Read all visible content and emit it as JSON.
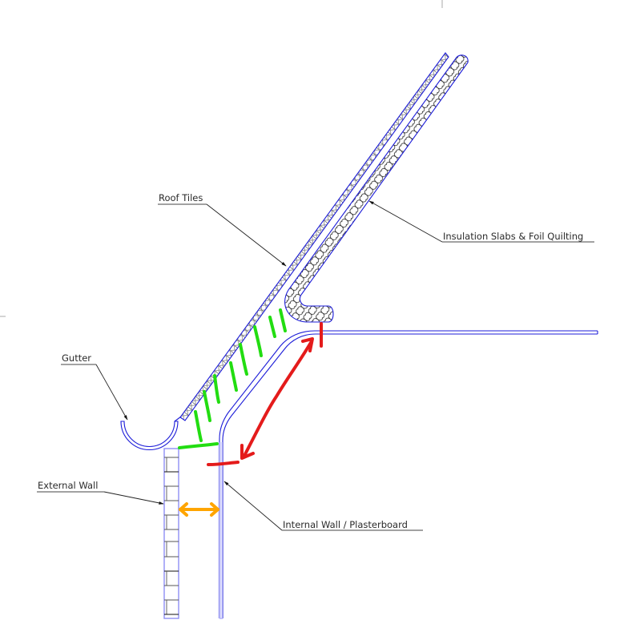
{
  "diagram": {
    "title": "Roof eaves cross-section",
    "labels": [
      {
        "id": "roof-tiles",
        "text": "Roof Tiles"
      },
      {
        "id": "insulation",
        "text": "Insulation Slabs & Foil Quilting"
      },
      {
        "id": "gutter",
        "text": "Gutter"
      },
      {
        "id": "external-wall",
        "text": "External Wall"
      },
      {
        "id": "internal-wall",
        "text": "Internal Wall / Plasterboard"
      }
    ],
    "components": [
      "roof-tiles",
      "insulation-slab",
      "gutter",
      "external-wall",
      "internal-wall-plasterboard",
      "ceiling"
    ],
    "annotations": [
      {
        "id": "green-hatching",
        "meaning": "void between roof tiles and plasterboard",
        "color": "#22dd11"
      },
      {
        "id": "red-dimension-arrow",
        "meaning": "sloped plasterboard span",
        "color": "#e41b1b"
      },
      {
        "id": "orange-dimension-arrow",
        "meaning": "gap between external and internal wall",
        "color": "#ffa500"
      }
    ],
    "colors": {
      "outline": "#1c1cd8",
      "leader": "#222222",
      "green": "#22dd11",
      "red": "#e41b1b",
      "orange": "#ffa500"
    }
  }
}
